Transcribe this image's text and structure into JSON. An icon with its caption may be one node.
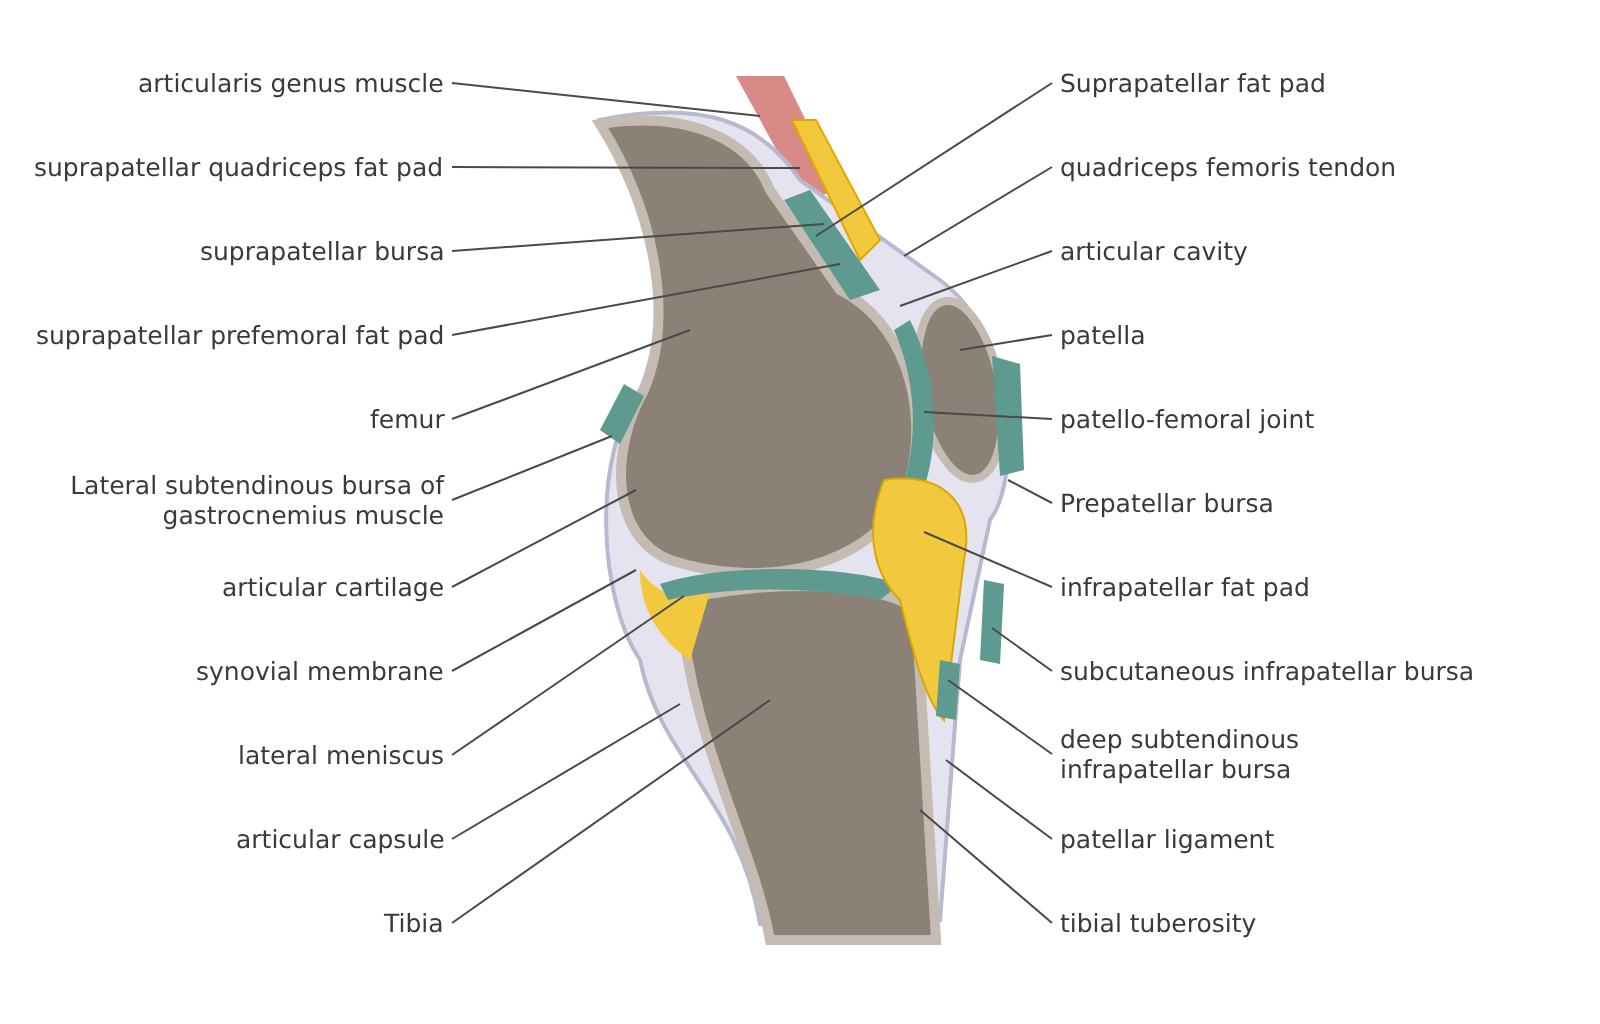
{
  "diagram": {
    "nodes": [
      {
        "text": [
          "articularis genus muscle"
        ]
      },
      {
        "text": [
          "suprapatellar quadriceps fat pad"
        ]
      },
      {
        "text": [
          "suprapatellar bursa"
        ]
      },
      {
        "text": [
          "suprapatellar prefemoral fat pad"
        ]
      },
      {
        "text": [
          "femur"
        ]
      },
      {
        "text": [
          "Lateral subtendinous bursa of gastrocnemius muscle"
        ]
      },
      {
        "text": [
          "articular cartilage"
        ]
      },
      {
        "text": [
          "synovial membrane"
        ]
      },
      {
        "text": [
          "lateral meniscus"
        ]
      },
      {
        "text": [
          "articular capsule"
        ]
      },
      {
        "text": [
          "Tibia"
        ]
      },
      {
        "text": [
          "Suprapatellar fat pad"
        ]
      },
      {
        "text": [
          "quadriceps femoris tendon"
        ]
      },
      {
        "text": [
          "articular cavity"
        ]
      },
      {
        "text": [
          "patella"
        ]
      },
      {
        "text": [
          "patello-femoral joint"
        ]
      },
      {
        "text": [
          "Prepatellar bursa"
        ]
      },
      {
        "text": [
          "infrapatellar fat pad"
        ]
      },
      {
        "text": [
          "subcutaneous infrapatellar bursa"
        ]
      },
      {
        "text": [
          "deep subtendinous infrapatellar bursa"
        ]
      },
      {
        "text": [
          "patellar ligament"
        ]
      },
      {
        "text": [
          "tibial tuberosity"
        ]
      }
    ],
    "edges": [
      {
        "from": 0,
        "to": null,
        "arrow": "none"
      },
      {
        "from": 1,
        "to": null,
        "arrow": "none"
      },
      {
        "from": 2,
        "to": null,
        "arrow": "none"
      },
      {
        "from": 3,
        "to": null,
        "arrow": "none"
      },
      {
        "from": 4,
        "to": null,
        "arrow": "none"
      },
      {
        "from": 5,
        "to": null,
        "arrow": "none"
      },
      {
        "from": 6,
        "to": null,
        "arrow": "none"
      },
      {
        "from": 7,
        "to": null,
        "arrow": "none"
      },
      {
        "from": 8,
        "to": null,
        "arrow": "none"
      },
      {
        "from": 9,
        "to": null,
        "arrow": "none"
      },
      {
        "from": 10,
        "to": null,
        "arrow": "none"
      },
      {
        "from": 11,
        "to": null,
        "arrow": "none"
      },
      {
        "from": 12,
        "to": null,
        "arrow": "none"
      },
      {
        "from": 13,
        "to": null,
        "arrow": "none"
      },
      {
        "from": 14,
        "to": null,
        "arrow": "none"
      },
      {
        "from": 15,
        "to": null,
        "arrow": "none"
      },
      {
        "from": 16,
        "to": null,
        "arrow": "none"
      },
      {
        "from": 17,
        "to": null,
        "arrow": "none"
      },
      {
        "from": 18,
        "to": null,
        "arrow": "none"
      },
      {
        "from": 19,
        "to": null,
        "arrow": "none"
      },
      {
        "from": 20,
        "to": null,
        "arrow": "none"
      },
      {
        "from": 21,
        "to": null,
        "arrow": "none"
      }
    ]
  }
}
